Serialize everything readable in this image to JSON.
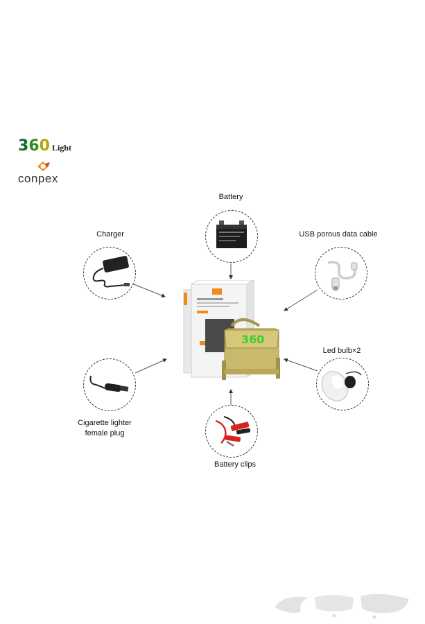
{
  "brand": {
    "logo_360": "360",
    "logo_light": "Light",
    "company": "conpex"
  },
  "items": {
    "battery": "Battery",
    "charger": "Charger",
    "usb_cable": "USB porous data cable",
    "led_bulb": "Led bulb×2",
    "cigarette_line1": "Cigarette lighter",
    "cigarette_line2": "female plug",
    "battery_clips": "Battery clips"
  },
  "product": {
    "bag_logo": "360"
  },
  "icons": [
    "battery-icon",
    "charger-icon",
    "usb-cable-icon",
    "led-bulb-icon",
    "cigarette-plug-icon",
    "battery-clips-icon"
  ],
  "colors": {
    "orange_accent": "#f08a1c",
    "bag_khaki": "#c9b96a",
    "bag_text_green": "#3ccf2e",
    "clip_red": "#d9231f"
  }
}
